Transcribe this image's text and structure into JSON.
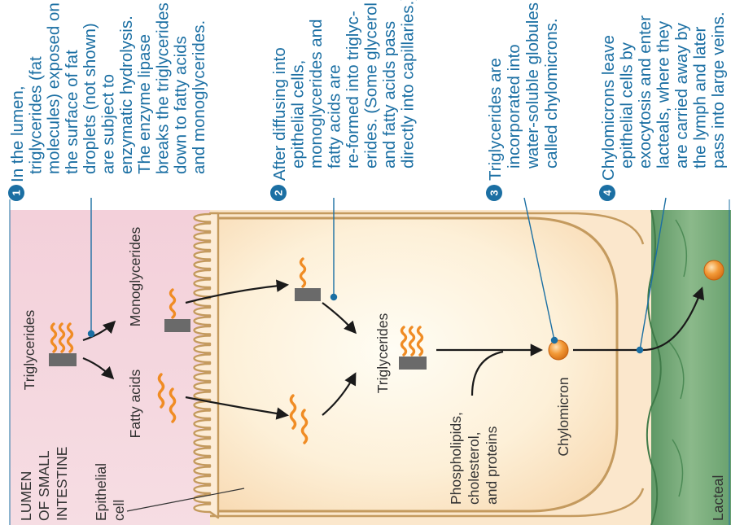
{
  "labels": {
    "lumen": [
      "LUMEN",
      "OF SMALL",
      "INTESTINE"
    ],
    "epithelial_cell": [
      "Epithelial",
      "cell"
    ],
    "triglycerides_lumen": "Triglycerides",
    "fatty_acids": "Fatty acids",
    "monoglycerides": "Monoglycerides",
    "triglycerides_cell": "Triglycerides",
    "phospholipids": [
      "Phospholipids,",
      "cholesterol,",
      "and proteins"
    ],
    "chylomicron": "Chylomicron",
    "lacteal": "Lacteal"
  },
  "steps": [
    {
      "number": "1",
      "lines": [
        "In the lumen,",
        "triglycerides (fat",
        "molecules) exposed on",
        "the surface of fat",
        "droplets (not shown)",
        "are subject to",
        "enzymatic hydrolysis.",
        "The enzyme lipase",
        "breaks the triglycerides",
        "down to fatty acids",
        "and monoglycerides."
      ]
    },
    {
      "number": "2",
      "lines": [
        "After diffusing into",
        "epithelial cells,",
        "monoglycerides and",
        "fatty acids are",
        "re-formed into triglyc-",
        "erides. (Some glycerol",
        "and fatty acids pass",
        "directly into capillaries.)"
      ]
    },
    {
      "number": "3",
      "lines": [
        "Triglycerides are",
        "incorporated into",
        "water-soluble globules",
        "called chylomicrons."
      ]
    },
    {
      "number": "4",
      "lines": [
        "Chylomicrons leave",
        "epithelial cells by",
        "exocytosis and enter",
        "lacteals, where they",
        "are carried away by",
        "the lymph and later",
        "pass into large veins."
      ]
    }
  ],
  "colors": {
    "lumen_bg": "#f4d3dc",
    "cell_fill": "#fbe2c4",
    "membrane": "#c49a5e",
    "lacteal": "#7ba77c",
    "lipid_tail": "#f08c24",
    "glycerol": "#6a6a6a",
    "chylomicron": "#f08c24",
    "accent": "#1b6fa3",
    "arrow": "#1a1a1a"
  }
}
